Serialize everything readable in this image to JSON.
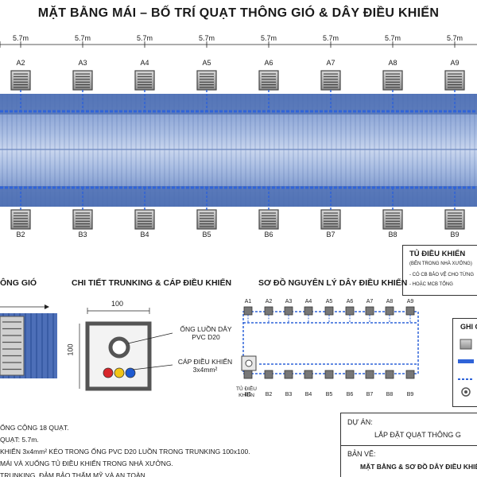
{
  "drawing": {
    "title": "MẶT BẰNG MÁI – BỐ TRÍ QUẠT THÔNG GIÓ & DÂY ĐIỀU KHIỂN",
    "spacing_label": "5.7m",
    "fans_top": [
      "A2",
      "A3",
      "A4",
      "A5",
      "A6",
      "A7",
      "A8",
      "A9"
    ],
    "fans_bottom": [
      "B2",
      "B3",
      "B4",
      "B5",
      "B6",
      "B7",
      "B8",
      "B9"
    ]
  },
  "control_box_note": {
    "title": "TỦ ĐIỀU KHIỂN",
    "subtitle": "(BÊN TRONG NHÀ XƯỞNG)",
    "line1": "- CÓ CB BẢO VỆ CHO TỪNG",
    "line2": "- HOẶC MCB TỔNG"
  },
  "sections": {
    "fan_detail": "ÔNG GIÓ",
    "trunking_detail": "CHI TIẾT TRUNKING & CÁP ĐIỀU KHIỂN",
    "schematic": "SƠ ĐỒ NGUYÊN LÝ DÂY ĐIỀU KHIỂN",
    "legend": "GHI C"
  },
  "trunking": {
    "width": "100",
    "height": "100",
    "conduit_label_1": "ỐNG LUỒN DÂY",
    "conduit_label_2": "PVC D20",
    "cable_label_1": "CÁP ĐIỀU KHIỂN",
    "cable_label_2": "3x4mm²",
    "cable_colors": [
      "#d8262b",
      "#f2c515",
      "#1f5bd1"
    ]
  },
  "schematic": {
    "top_labels": [
      "A1",
      "A2",
      "A3",
      "A4",
      "A5",
      "A6",
      "A7",
      "A8",
      "A9"
    ],
    "bottom_labels": [
      "B1",
      "B2",
      "B3",
      "B4",
      "B5",
      "B6",
      "B7",
      "B8",
      "B9"
    ],
    "cabinet_label_1": "TỦ ĐIỀU",
    "cabinet_label_2": "KHIỂN"
  },
  "notes": [
    "ỔNG CỘNG 18 QUẠT.",
    "QUẠT: 5.7m.",
    "KHIỂN 3x4mm² KÉO TRONG ỐNG PVC D20 LUỒN TRONG TRUNKING 100x100.",
    "MÁI VÀ XUỐNG TỦ ĐIỀU KHIỂN TRONG NHÀ XƯỞNG.",
    "TRUNKING, ĐẢM BẢO THẨM MỸ VÀ AN TOÀN."
  ],
  "title_block": {
    "project_label": "DỰ ÁN:",
    "project_value": "LẮP ĐẶT QUẠT THÔNG G",
    "drawing_label": "BẢN VẼ:",
    "drawing_value": "MẶT BẰNG & SƠ ĐỒ DÂY ĐIỀU KHIỂN"
  },
  "colors": {
    "roof_dark": "#3f5fa8",
    "roof_light": "#9db3dd",
    "wire": "#2f63d8",
    "fan_frame": "#5a5a5a"
  }
}
